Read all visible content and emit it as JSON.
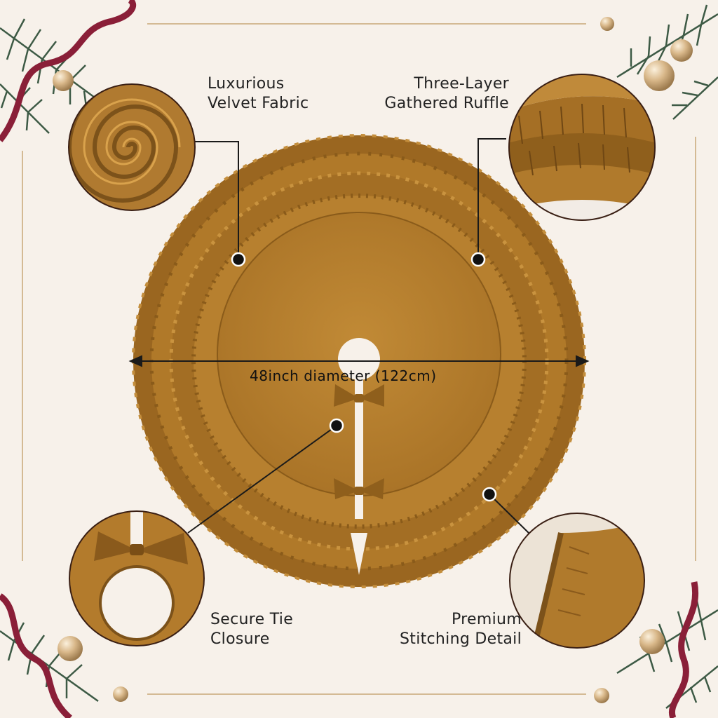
{
  "features": {
    "velvet": {
      "line1": "Luxurious",
      "line2": "Velvet Fabric"
    },
    "ruffle": {
      "line1": "Three-Layer",
      "line2": "Gathered Ruffle"
    },
    "tie": {
      "line1": "Secure Tie",
      "line2": "Closure"
    },
    "stitching": {
      "line1": "Premium",
      "line2": "Stitching Detail"
    }
  },
  "diameter_label": "48inch diameter (122cm)",
  "colors": {
    "background": "#f7f1ea",
    "fabric": "#b8802c",
    "fabric_dark": "#8f5f1c",
    "ribbon": "#8a1f38",
    "pine": "#3d5a45",
    "ornament": "#d9b88a"
  }
}
